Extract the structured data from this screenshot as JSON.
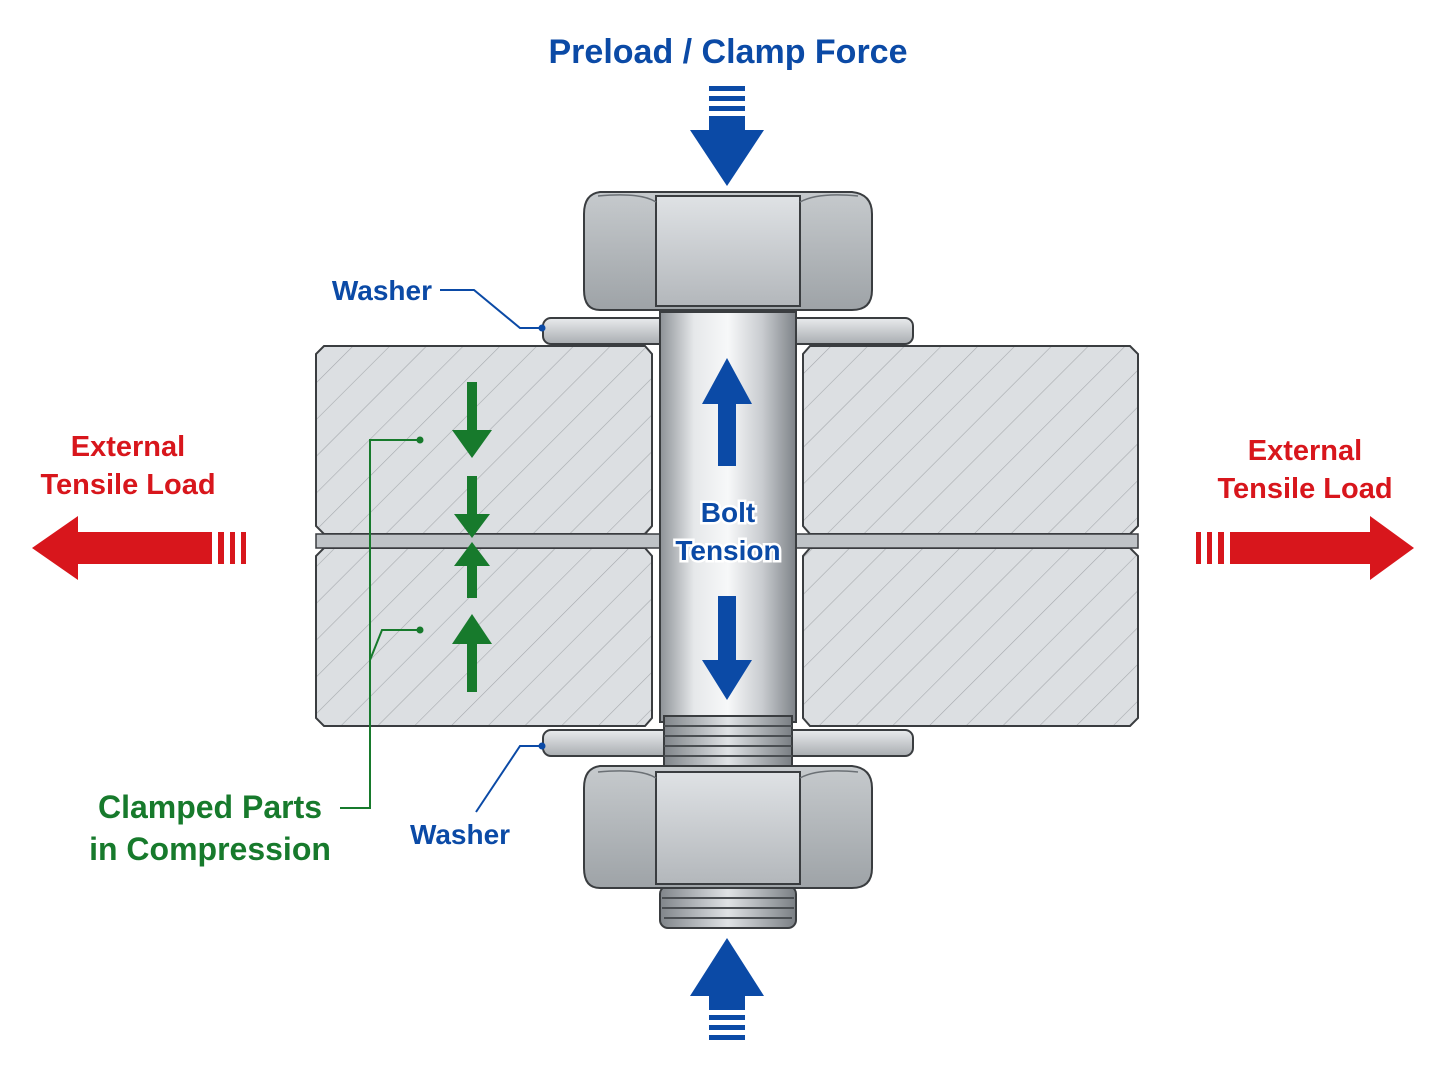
{
  "labels": {
    "preload": "Preload / Clamp Force",
    "washer_top": "Washer",
    "washer_bottom": "Washer",
    "bolt_line1": "Bolt",
    "bolt_line2": "Tension",
    "ext_left_line1": "External",
    "ext_left_line2": "Tensile Load",
    "ext_right_line1": "External",
    "ext_right_line2": "Tensile Load",
    "clamped_line1": "Clamped Parts",
    "clamped_line2": "in Compression"
  },
  "colors": {
    "blue": "#0b4aa6",
    "red": "#d8161c",
    "green": "#177a2c",
    "steel": "#c4c8cc",
    "outline": "#3a3d40"
  }
}
